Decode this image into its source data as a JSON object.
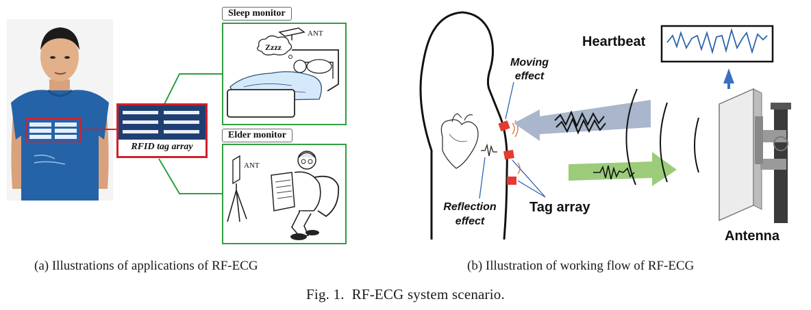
{
  "panel_a": {
    "sleep_monitor_label": "Sleep monitor",
    "elder_monitor_label": "Elder monitor",
    "rfid_label": "RFID tag array",
    "ant_label_sleep": "ANT",
    "ant_label_elder": "ANT",
    "zzzz": "Zzzz",
    "caption": "(a)  Illustrations of applications of RF-ECG"
  },
  "panel_b": {
    "heartbeat_label": "Heartbeat",
    "moving_effect_label": "Moving\neffect",
    "reflection_effect_label": "Reflection\neffect",
    "tag_array_label": "Tag array",
    "antenna_label": "Antenna",
    "caption": "(b)  Illustration of working flow of RF-ECG"
  },
  "figure_caption": "Fig. 1.  RF-ECG system scenario.",
  "colors": {
    "green_frame": "#2e9e3f",
    "red_frame": "#d21f2c",
    "shirt_blue": "#2563a8",
    "arrow_gray": "#a9b6cc",
    "arrow_green": "#9ccc7a",
    "arrow_blue": "#3b6fc2",
    "tag_red": "#e53a2f"
  }
}
